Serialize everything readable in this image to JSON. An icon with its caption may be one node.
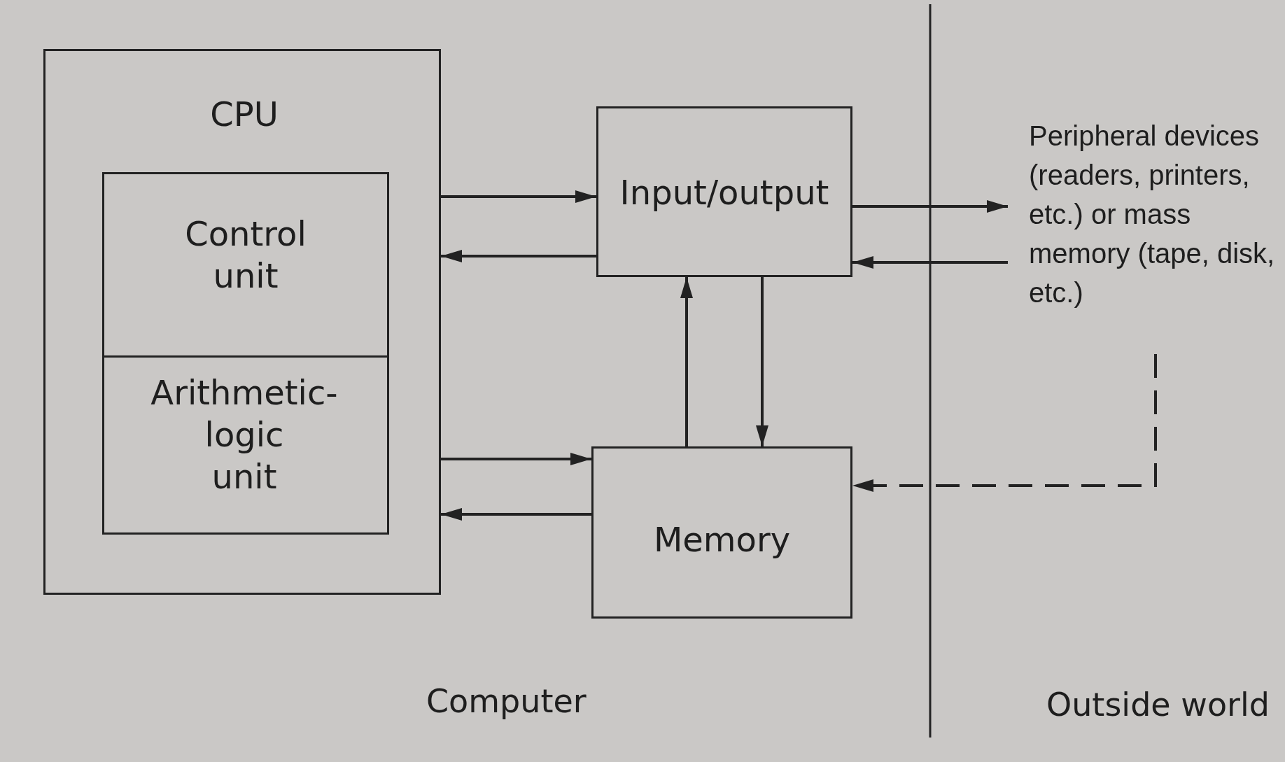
{
  "diagram": {
    "nodes": [
      {
        "text": [
          "CPU"
        ]
      },
      {
        "text": [
          "Control unit"
        ],
        "in": 0
      },
      {
        "text": [
          "Arithmetic-logic unit"
        ],
        "in": 0
      },
      {
        "text": [
          "Input/output"
        ]
      },
      {
        "text": [
          "Memory"
        ]
      },
      {
        "text": [
          "Peripheral devices (readers, printers, etc.) or mass memory (tape, disk, etc.)"
        ]
      }
    ],
    "edges": [
      {
        "from": 0,
        "to": 3,
        "arrow": "to"
      },
      {
        "from": 3,
        "to": 0,
        "arrow": "to"
      },
      {
        "from": 0,
        "to": 4,
        "arrow": "to"
      },
      {
        "from": 4,
        "to": 0,
        "arrow": "to"
      },
      {
        "from": 4,
        "to": 3,
        "arrow": "to"
      },
      {
        "from": 3,
        "to": 4,
        "arrow": "to"
      },
      {
        "from": 3,
        "to": 5,
        "arrow": "to"
      },
      {
        "from": 5,
        "to": 3,
        "arrow": "to"
      },
      {
        "from": 5,
        "to": 4,
        "arrow": "to",
        "style": "dashed"
      }
    ],
    "labels": [
      "Computer",
      "Outside world"
    ]
  }
}
